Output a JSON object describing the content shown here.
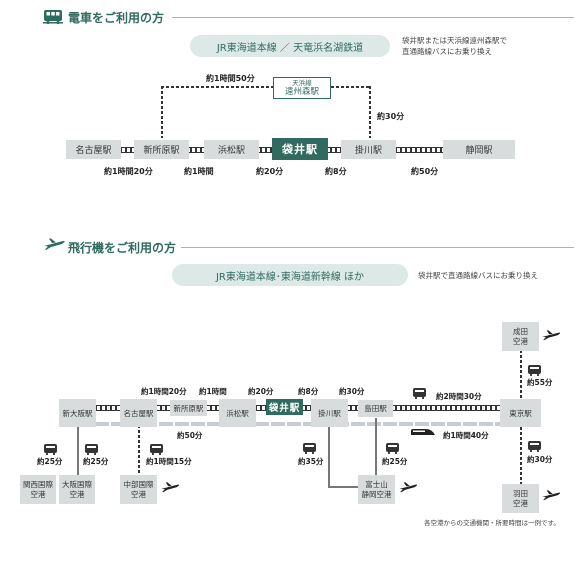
{
  "train_section": {
    "title": "電車をご利用の方",
    "route_pill": "JR東海道本線 ／ 天竜浜名湖鉄道",
    "note_line1": "袋井駅または天浜線遠州森駅で",
    "note_line2": "直通路線バスにお乗り換え",
    "stations": {
      "nagoya": "名古屋駅",
      "shinjohara": "新所原駅",
      "hamamatsu": "浜松駅",
      "fukuroi": "袋井駅",
      "kakegawa": "掛川駅",
      "shizuoka": "静岡駅"
    },
    "tenhama_line": "天浜線",
    "enshu_mori": "遠州森駅",
    "times": {
      "nagoya_shinjohara": "約1時間20分",
      "shinjohara_hamamatsu": "約1時間",
      "hamamatsu_fukuroi": "約20分",
      "fukuroi_kakegawa": "約8分",
      "kakegawa_shizuoka": "約50分",
      "tenhama_top": "約1時間50分",
      "tenhama_right": "約30分"
    }
  },
  "plane_section": {
    "title": "飛行機をご利用の方",
    "route_pill": "JR東海道本線･東海道新幹線 ほか",
    "note": "袋井駅で直通路線バスにお乗り換え",
    "stations": {
      "shin_osaka": "新大阪駅",
      "nagoya": "名古屋駅",
      "shinjohara": "新所原駅",
      "hamamatsu": "浜松駅",
      "fukuroi": "袋井駅",
      "kakegawa": "掛川駅",
      "shimada": "島田駅",
      "tokyo": "東京駅"
    },
    "airports": {
      "kansai_1": "関西国際",
      "kansai_2": "空港",
      "itami_1": "大阪国際",
      "itami_2": "空港",
      "chubu_1": "中部国際",
      "chubu_2": "空港",
      "fuji_1": "富士山",
      "fuji_2": "静岡空港",
      "narita_1": "成田",
      "narita_2": "空港",
      "haneda_1": "羽田",
      "haneda_2": "空港"
    },
    "times": {
      "nagoya_shinjohara": "約1時間20分",
      "shinjohara_hamamatsu": "約1時間",
      "hamamatsu_fukuroi": "約20分",
      "fukuroi_kakegawa": "約8分",
      "kakegawa_shimada": "約30分",
      "shimada_tokyo_conv": "約2時間30分",
      "nagoya_hamamatsu_shink": "約50分",
      "kakegawa_tokyo_shink": "約1時間40分",
      "kansai_bus": "約25分",
      "itami_bus": "約25分",
      "chubu_train": "約1時間15分",
      "fuji_kakegawa_bus": "約35分",
      "fuji_shimada_bus": "約25分",
      "narita_train": "約55分",
      "haneda_train": "約30分"
    },
    "footnote": "各空港からの交通機関・所要時間は一例です。"
  }
}
